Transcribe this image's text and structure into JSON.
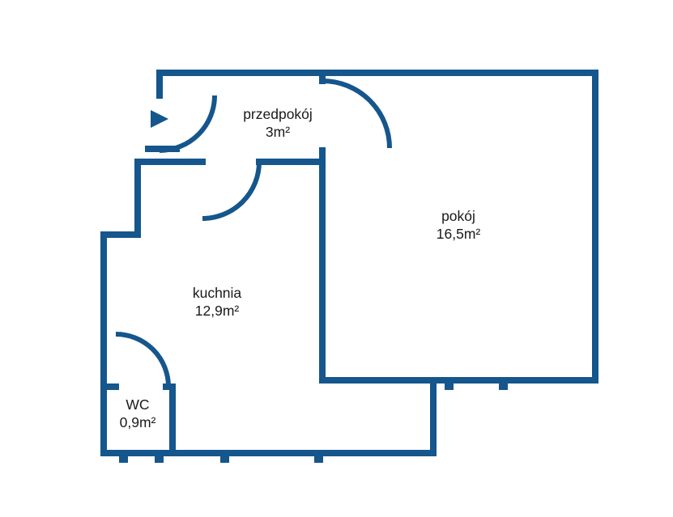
{
  "colors": {
    "wall": "#15568C",
    "text": "#1A1A1A",
    "background": "#FFFFFF"
  },
  "plan_title": "floor-plan",
  "rooms": [
    {
      "name": "przedpokój",
      "area": "3m²"
    },
    {
      "name": "pokój",
      "area": "16,5m²"
    },
    {
      "name": "kuchnia",
      "area": "12,9m²"
    },
    {
      "name": "WC",
      "area": "0,9m²"
    }
  ]
}
